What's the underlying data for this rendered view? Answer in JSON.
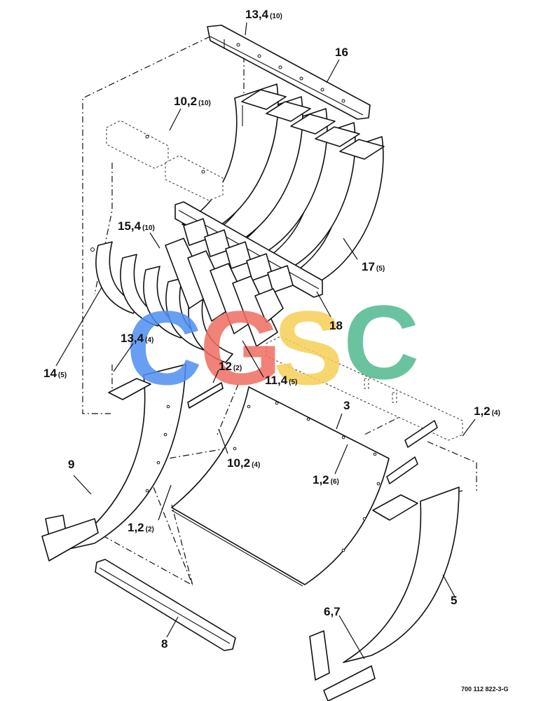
{
  "callouts": {
    "c13a": {
      "num": "13,4",
      "qty": "(10)"
    },
    "c16": {
      "num": "16",
      "qty": ""
    },
    "c10a": {
      "num": "10,2",
      "qty": "(10)"
    },
    "c15": {
      "num": "15,4",
      "qty": "(10)"
    },
    "c17": {
      "num": "17",
      "qty": "(5)"
    },
    "c14": {
      "num": "14",
      "qty": "(5)"
    },
    "c18": {
      "num": "18",
      "qty": ""
    },
    "c13b": {
      "num": "13,4",
      "qty": "(4)"
    },
    "c12": {
      "num": "12",
      "qty": "(2)"
    },
    "c11": {
      "num": "11,4",
      "qty": "(5)"
    },
    "c3": {
      "num": "3",
      "qty": ""
    },
    "c1a": {
      "num": "1,2",
      "qty": "(4)"
    },
    "c9": {
      "num": "9",
      "qty": ""
    },
    "c10b": {
      "num": "10,2",
      "qty": "(4)"
    },
    "c1b": {
      "num": "1,2",
      "qty": "(6)"
    },
    "c1c": {
      "num": "1,2",
      "qty": "(2)"
    },
    "c5": {
      "num": "5",
      "qty": ""
    },
    "c67": {
      "num": "6,7",
      "qty": ""
    },
    "c8": {
      "num": "8",
      "qty": ""
    }
  },
  "drawing_number": "700 112 822-3-G",
  "watermark": {
    "letters": [
      {
        "char": "C",
        "color": "#4f8ff0"
      },
      {
        "char": "G",
        "color": "#ef6d61"
      },
      {
        "char": "S",
        "color": "#f6cf58"
      },
      {
        "char": "C",
        "color": "#4fb98e"
      }
    ]
  }
}
